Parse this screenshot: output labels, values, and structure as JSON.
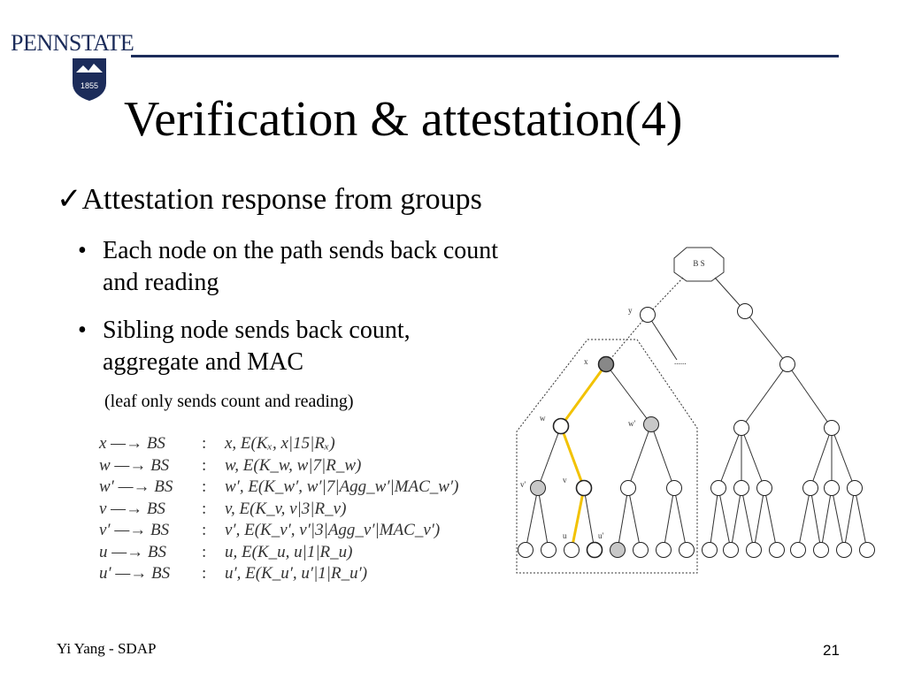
{
  "header": {
    "logo_text": "PENNSTATE",
    "logo_shield_text": "1855",
    "logo_shield_icon": "penn-state-shield-icon"
  },
  "title": "Verification & attestation(4)",
  "main_bullet": {
    "check": "✓",
    "text": "Attestation response from groups"
  },
  "sub_bullets": [
    {
      "bullet": "•",
      "text": "Each node on the path sends back count and reading"
    },
    {
      "bullet": "•",
      "text": "Sibling node sends back count, aggregate and MAC"
    }
  ],
  "note": "(leaf only sends count and reading)",
  "equations": [
    {
      "lhs": "x —→ BS",
      "rhs": "x, E(Kₓ, x|15|Rₓ)"
    },
    {
      "lhs": "w —→ BS",
      "rhs": "w, E(K_w, w|7|R_w)"
    },
    {
      "lhs": "w′ —→ BS",
      "rhs": "w′, E(K_w′, w′|7|Agg_w′|MAC_w′)"
    },
    {
      "lhs": "v —→ BS",
      "rhs": "v, E(K_v, v|3|R_v)"
    },
    {
      "lhs": "v′ —→ BS",
      "rhs": "v′, E(K_v′, v′|3|Agg_v′|MAC_v′)"
    },
    {
      "lhs": "u —→ BS",
      "rhs": "u, E(K_u, u|1|R_u)"
    },
    {
      "lhs": "u′ —→ BS",
      "rhs": "u′, E(K_u′, u′|1|R_u′)"
    }
  ],
  "tree": {
    "root_label": "B S",
    "labels": {
      "y": "y",
      "x": "x",
      "w": "w",
      "w_prime": "w'",
      "v": "v",
      "v_prime": "v'",
      "u": "u",
      "u_prime": "u'",
      "ellipsis": "......"
    },
    "colors": {
      "path": "#f2c200",
      "sibling_fill": "#c8c8c8",
      "node_fill": "#ffffff"
    }
  },
  "footer": {
    "left": "Yi Yang - SDAP",
    "page_number": "21"
  }
}
